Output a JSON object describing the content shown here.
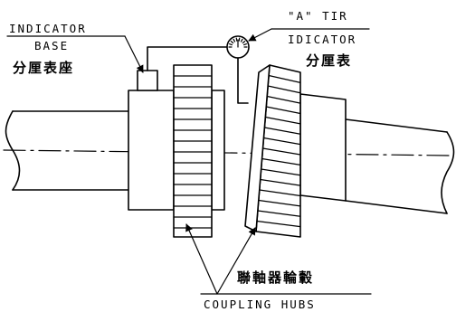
{
  "labels": {
    "indicator_base_en_1": "INDICATOR",
    "indicator_base_en_2": "BASE",
    "indicator_base_zh": "分厘表座",
    "tir_en_1": "\"A\" TIR",
    "tir_en_2": "IDICATOR",
    "tir_zh": "分厘表",
    "hubs_zh": "聯軸器輪轂",
    "hubs_en": "COUPLING HUBS"
  },
  "icons": {
    "dial_indicator": "dial-gauge-icon",
    "arrow": "arrowhead-icon"
  }
}
